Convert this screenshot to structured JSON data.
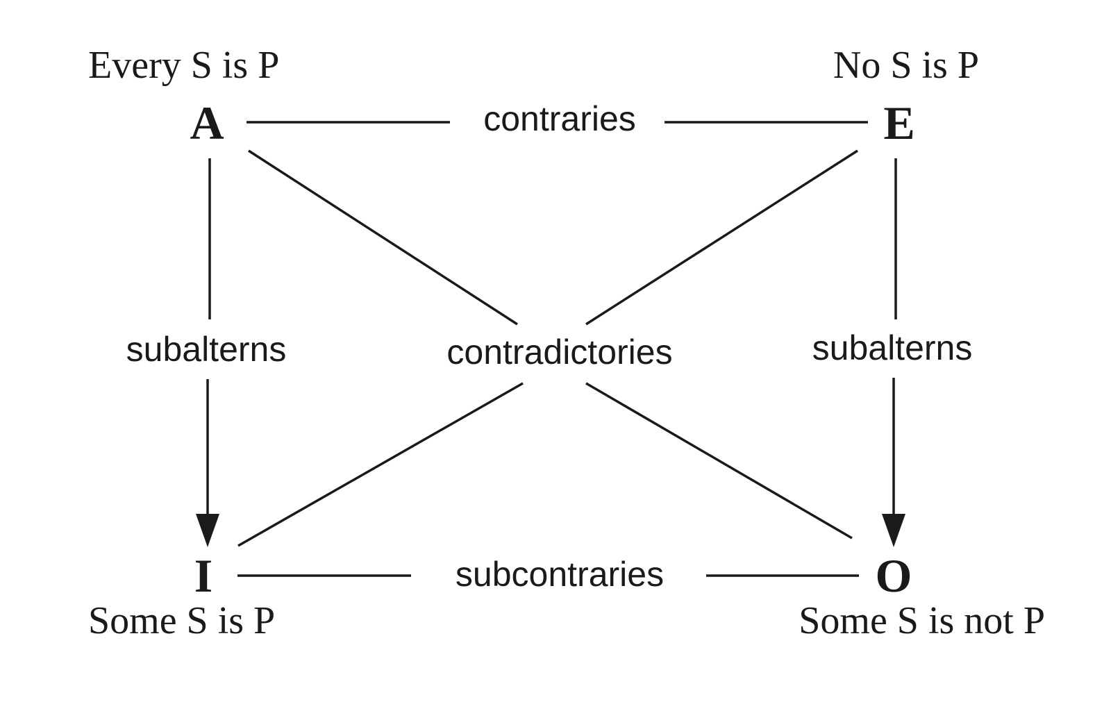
{
  "corners": {
    "A": {
      "letter": "A",
      "proposition": "Every S is P"
    },
    "E": {
      "letter": "E",
      "proposition": "No S is P"
    },
    "I": {
      "letter": "I",
      "proposition": "Some S is P"
    },
    "O": {
      "letter": "O",
      "proposition": "Some S is not P"
    }
  },
  "relations": {
    "top": "contraries",
    "bottom": "subcontraries",
    "left": "subalterns",
    "right": "subalterns",
    "diagonal": "contradictories"
  },
  "colors": {
    "ink": "#1a1a1a",
    "background": "#ffffff"
  }
}
